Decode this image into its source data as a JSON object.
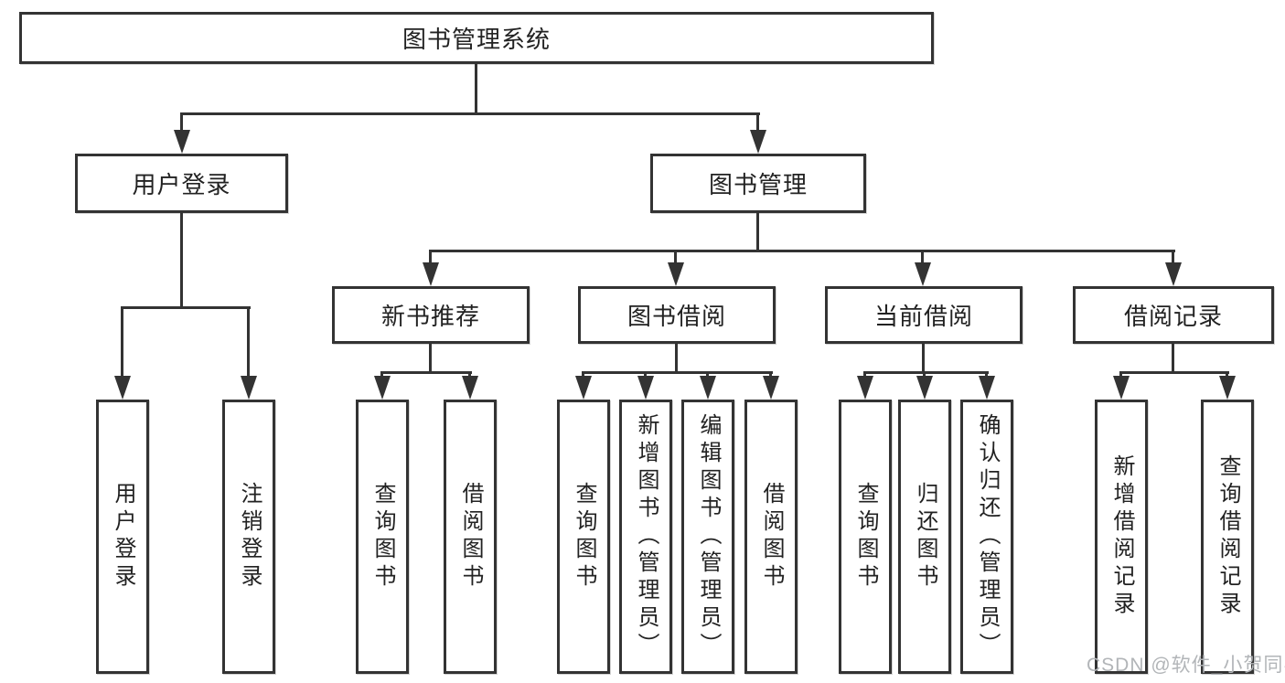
{
  "diagram": {
    "title": "图书管理系统",
    "level2": [
      {
        "label": "用户登录",
        "leaves": [
          "用户登录",
          "注销登录"
        ]
      },
      {
        "label": "图书管理"
      }
    ],
    "level3": [
      {
        "label": "新书推荐",
        "leaves": [
          "查询图书",
          "借阅图书"
        ]
      },
      {
        "label": "图书借阅",
        "leaves": [
          "查询图书",
          "新增图书（管理员）",
          "编辑图书（管理员）",
          "借阅图书"
        ]
      },
      {
        "label": "当前借阅",
        "leaves": [
          "查询图书",
          "归还图书",
          "确认归还（管理员）"
        ]
      },
      {
        "label": "借阅记录",
        "leaves": [
          "新增借阅记录",
          "查询借阅记录"
        ]
      }
    ],
    "watermark": "CSDN @软件_小贺同学"
  }
}
